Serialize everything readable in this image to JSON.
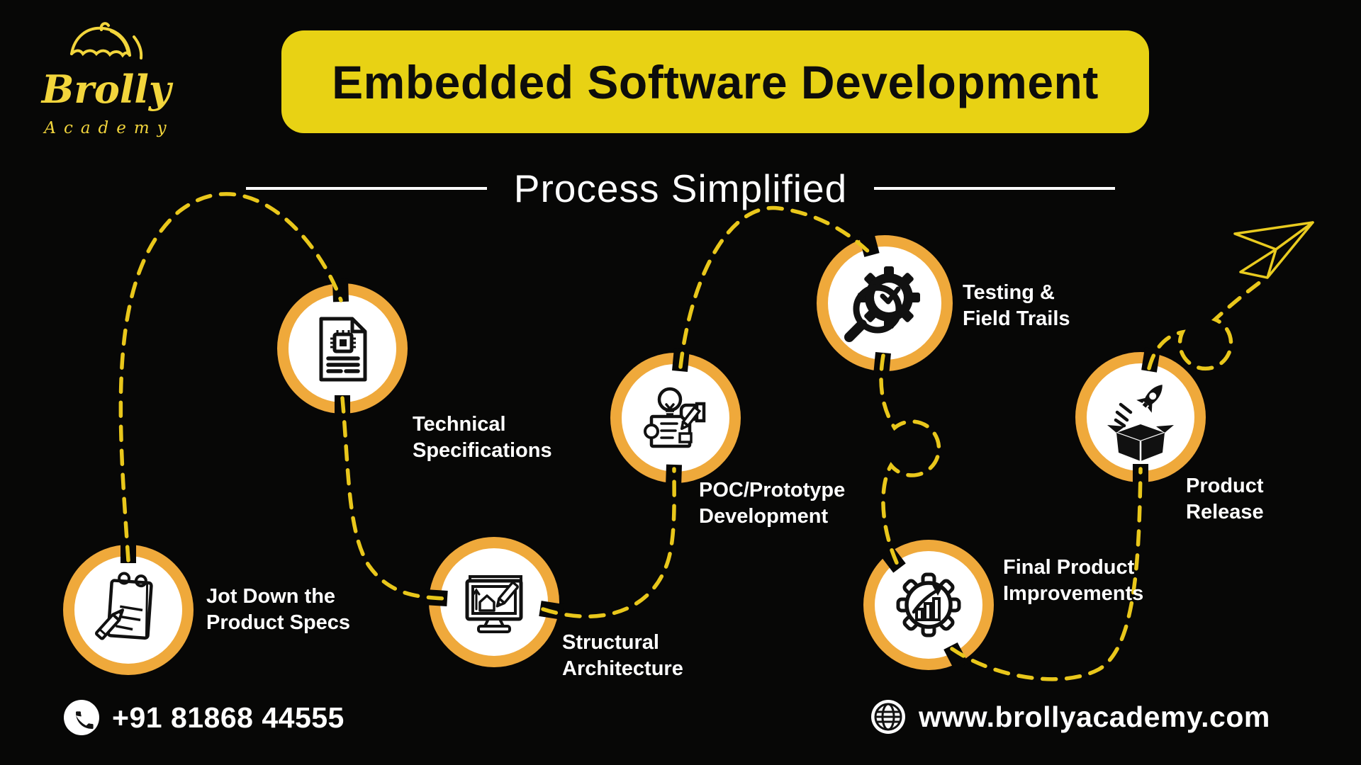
{
  "colors": {
    "background": "#070706",
    "banner_yellow": "#E8D214",
    "ring_orange": "#EFA93B",
    "dash_yellow": "#E9C71B",
    "logo_yellow": "#F2D53C",
    "text_white": "#FFFFFF",
    "icon_black": "#111111"
  },
  "logo": {
    "brand": "Brolly",
    "subtitle": "Academy",
    "icon": "umbrella-icon"
  },
  "header": {
    "banner_title": "Embedded Software Development",
    "section_title": "Process Simplified"
  },
  "steps": [
    {
      "line1": "Jot Down the",
      "line2": "Product Specs",
      "icon": "notepad-pencil-icon"
    },
    {
      "line1": "Technical",
      "line2": "Specifications",
      "icon": "chip-document-icon"
    },
    {
      "line1": "Structural",
      "line2": "Architecture",
      "icon": "monitor-design-icon"
    },
    {
      "line1": "POC/Prototype",
      "line2": "Development",
      "icon": "idea-blueprint-icon"
    },
    {
      "line1": "Testing &",
      "line2": "Field Trails",
      "icon": "magnifier-gear-check-icon"
    },
    {
      "line1": "Final Product",
      "line2": "Improvements",
      "icon": "gear-growth-chart-icon"
    },
    {
      "line1": "Product",
      "line2": "Release",
      "icon": "rocket-box-icon"
    }
  ],
  "footer": {
    "phone": "+91 81868 44555",
    "website": "www.brollyacademy.com",
    "phone_icon": "phone-icon",
    "website_icon": "globe-icon"
  },
  "decor": {
    "plane_icon": "paper-plane-icon"
  }
}
